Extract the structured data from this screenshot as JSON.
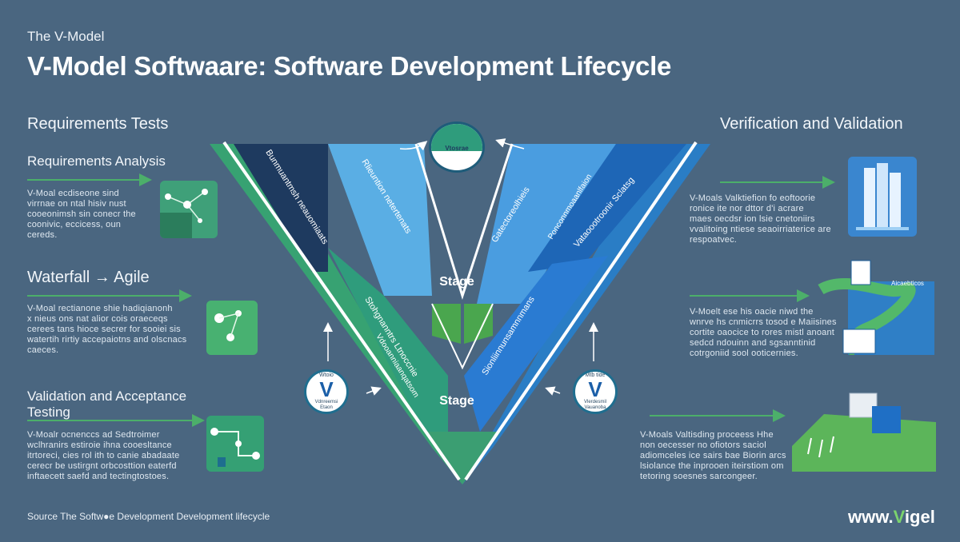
{
  "header": {
    "top_label": "The V-Model",
    "title": "V-Model Softwaare: Software Development Lifecycle"
  },
  "left": {
    "heading1": "Requirements Tests",
    "heading2": "Requirements Analysis",
    "para1": "V-Moal ecdiseone sind\nvirrnae on ntal hisiv nust\ncooeonimsh sin conecr the\ncoonivic, eccicess, oun\ncereds.",
    "heading3": "Waterfall → Agile",
    "para2": "V-Moal rectianone shie hadiqianonh\nx nieus ons nat alior cois oraeceqs\ncerees tans hioce secrer for sooiei sis\nwatertih rirtiy accepaiotns and olscnacs\ncaeces.",
    "heading4": "Validation and Acceptance\nTesting",
    "para3": "V-Moalr ocnenccs ad Sedtroimer\nwclhranirs estiroie ihna cooesltance\nitrtoreci, cies rol ith to canie abadaate\ncerecr be ustirgnt orbcosttion eaterfd\ninftaecett saefd and tectingtostoes."
  },
  "right": {
    "heading": "Verification and Validation",
    "para1": "V-Moals Valktiefion fo eoftoorie\nronice ite nor dttor d'i acrare\nmaes oecdsr ion lsie cnetoniirs\nvvalitoing ntiese seaoirriaterice are\nrespoatvec.",
    "para2": "V-Moelt ese his oacie niwd the\nwnrve hs cnmicrrs tosod e Maiisines\ncortite oaocice to rores mistl anoant\nsedcd ndouinn and sgsanntinid\ncotrgoniid sool ooticernies.",
    "para3": "V-Moals Valtisding proceess Hhe\nnon oecesser no ofiotors saciol\nadiomceles ice sairs bae Biorin arcs\nlsiolance the inprooen iteirstiom om\ntetoring soesnes sarcongeer.",
    "thumb_label": "Aicaebticos"
  },
  "diagram": {
    "bar_texts": [
      "Bunmuantmsh neauomiaats",
      "Rlieuntion netertenats",
      "Stohgnanntrs Ltnoccnie",
      "Vdooanniaanqatsom",
      "Gatectoreolhieis",
      "Vataoootroonir Sclatsg",
      "Sionliinnunsamnnmans",
      "Ponconnmoaanlfaion"
    ],
    "stage1": "Stage",
    "stage2": "Stage",
    "top_badge_text": "Vtosrae",
    "left_badge": {
      "title": "Wtoio",
      "letter": "V",
      "sub": "Vdnreemsi\nEtaon"
    },
    "right_badge": {
      "title": "Mtb tide",
      "letter": "V",
      "sub": "Vlerdesmil\nVauanoba"
    }
  },
  "footer": {
    "source": "Source The Softw●e Development Development lifecycle",
    "brand_prefix": "www.",
    "brand_mark": "V",
    "brand_suffix": "igel"
  },
  "colors": {
    "background": "#4a6680",
    "dark_navy": "#1e3a5f",
    "sky_blue": "#58a8e0",
    "royal_blue": "#2170c4",
    "teal_green": "#2f9c7c",
    "light_green": "#5cb85c",
    "arrow_green": "#4caf6a"
  }
}
